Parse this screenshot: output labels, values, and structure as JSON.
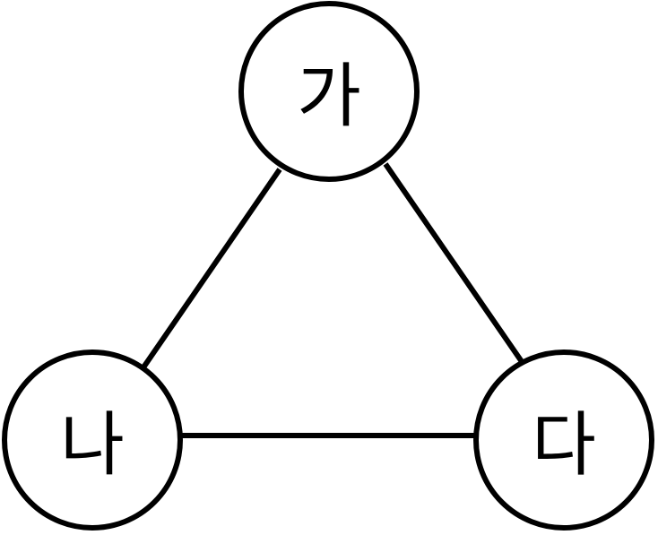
{
  "diagram": {
    "type": "triangle-graph",
    "colors": {
      "stroke": "#000000",
      "fill": "#ffffff"
    },
    "nodes": [
      {
        "id": "ga",
        "label": "가"
      },
      {
        "id": "na",
        "label": "나"
      },
      {
        "id": "da",
        "label": "다"
      }
    ],
    "edges": [
      {
        "from": "ga",
        "to": "na"
      },
      {
        "from": "ga",
        "to": "da"
      },
      {
        "from": "na",
        "to": "da"
      }
    ]
  }
}
